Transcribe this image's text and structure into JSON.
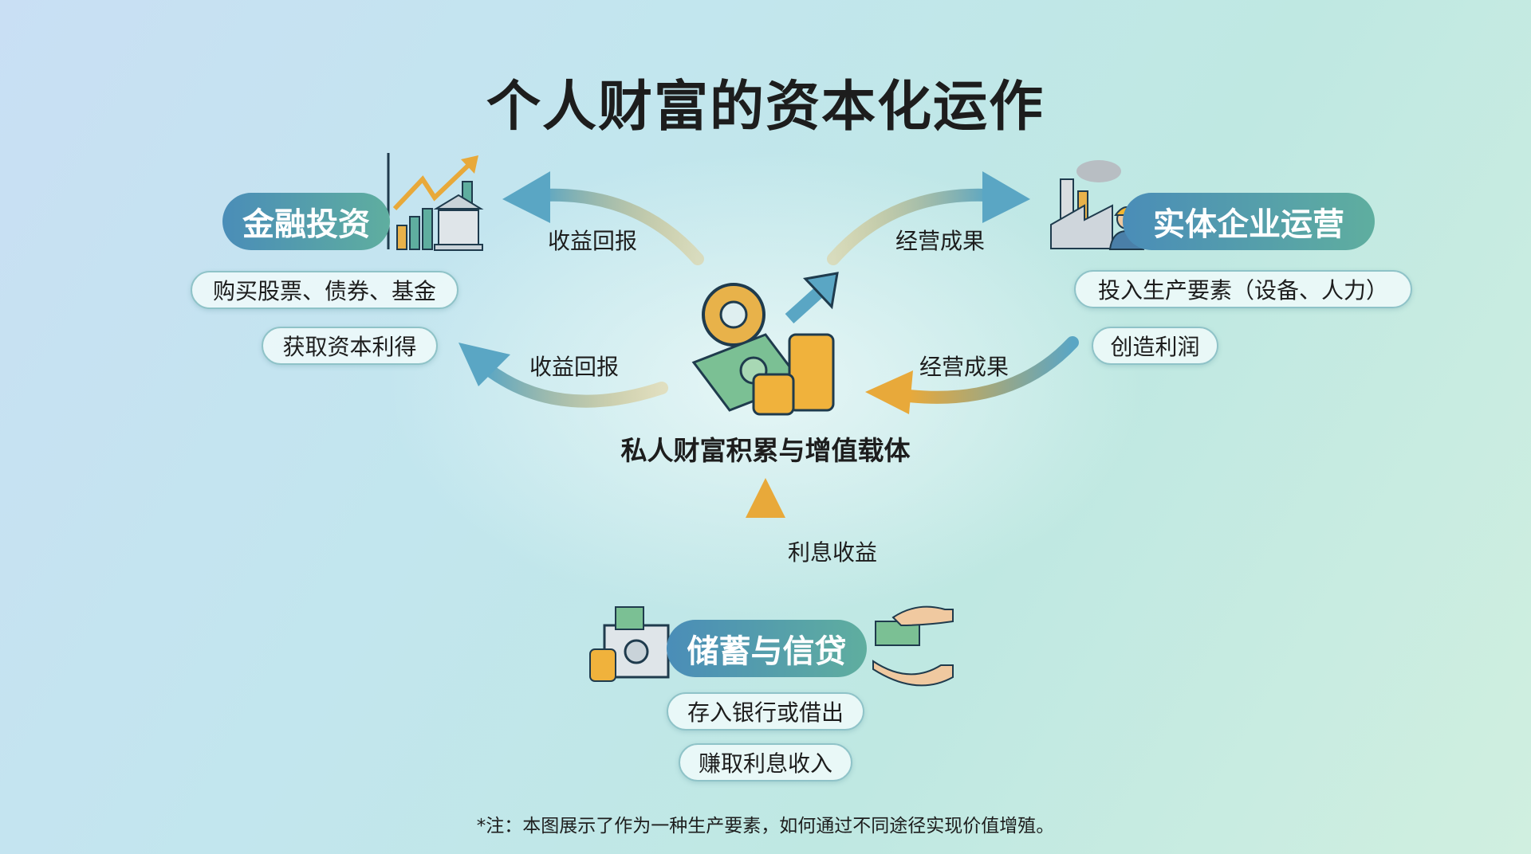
{
  "title": "个人财富的资本化运作",
  "center": {
    "label": "私人财富积累与增值载体",
    "icon": "money-coins-gear-growth-icon"
  },
  "finance": {
    "title": "金融投资",
    "icon": "stock-chart-bank-icon",
    "items": [
      "购买股票、债券、基金",
      "获取资本利得"
    ],
    "arrow_top": "收益回报",
    "arrow_bottom": "收益回报"
  },
  "enterprise": {
    "title": "实体企业运营",
    "icon": "factory-worker-icon",
    "items": [
      "投入生产要素（设备、人力）",
      "创造利润"
    ],
    "arrow_top": "经营成果",
    "arrow_bottom": "经营成果"
  },
  "savings": {
    "title": "储蓄与信贷",
    "icon_left": "bank-deposit-icon",
    "icon_right": "lending-hands-icon",
    "items": [
      "存入银行或借出",
      "赚取利息收入"
    ],
    "arrow": "利息收益"
  },
  "footnote": "*注：本图展示了作为一种生产要素，如何通过不同途径实现价值增殖。",
  "colors": {
    "blue": "#4a8db8",
    "teal": "#5fae9f",
    "gold": "#e8a93a",
    "dark": "#1d1d1d"
  }
}
